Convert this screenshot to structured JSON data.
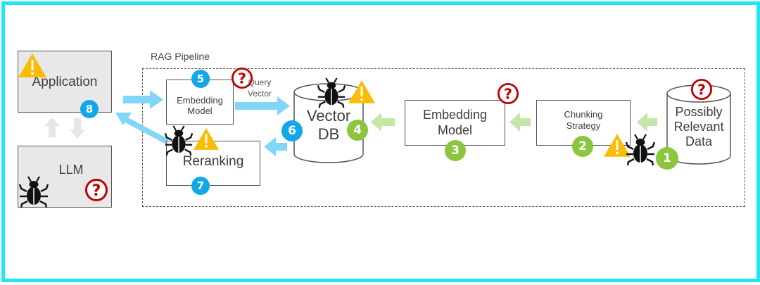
{
  "diagram": {
    "title": "RAG Pipeline",
    "frame_color": "#1ee6f6",
    "colors": {
      "retrieval_path": "#7fd6f7",
      "ingestion_path": "#c5e6a6",
      "llm_link": "#e6e6e6",
      "blue_badge": "#12a7e8",
      "green_badge": "#8cc63f",
      "warning": "#fbbc05",
      "question": "#c00000",
      "bug": "#111111"
    },
    "nodes": {
      "application": {
        "label": "Application",
        "step": "8",
        "markers": [
          "warning-icon"
        ]
      },
      "llm": {
        "label": "LLM",
        "markers": [
          "bug-icon",
          "question-icon"
        ]
      },
      "query_embedding": {
        "label_line1": "Embedding",
        "label_line2": "Model",
        "step": "5",
        "markers": [
          "question-icon"
        ]
      },
      "reranking": {
        "label": "Reranking",
        "step": "7",
        "markers": [
          "bug-icon",
          "warning-icon"
        ]
      },
      "vector_db": {
        "label_line1": "Vector",
        "label_line2": "DB",
        "steps": [
          "6",
          "4"
        ],
        "markers": [
          "bug-icon",
          "warning-icon"
        ]
      },
      "doc_embedding": {
        "label_line1": "Embedding",
        "label_line2": "Model",
        "step": "3",
        "markers": [
          "question-icon"
        ]
      },
      "chunking": {
        "label_line1": "Chunking",
        "label_line2": "Strategy",
        "step": "2",
        "markers": [
          "warning-icon",
          "bug-icon"
        ]
      },
      "data": {
        "label_line1": "Possibly",
        "label_line2": "Relevant",
        "label_line3": "Data",
        "step": "1",
        "markers": [
          "question-icon"
        ]
      }
    },
    "edges": {
      "query_vector_line1": "Query",
      "query_vector_line2": "Vector"
    }
  }
}
